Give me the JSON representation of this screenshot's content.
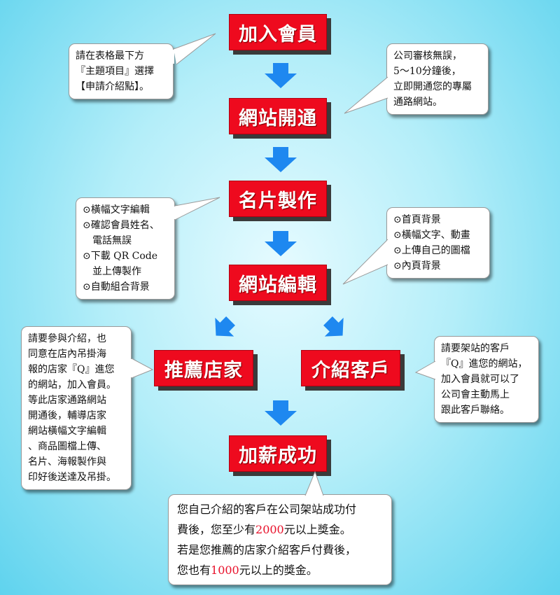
{
  "steps": {
    "join": "加入會員",
    "site_open": "網站開通",
    "card_making": "名片製作",
    "site_edit": "網站編輯",
    "recommend_store": "推薦店家",
    "refer_client": "介紹客戶",
    "salary_raise": "加薪成功"
  },
  "notes": {
    "join_tip": [
      "請在表格最下方",
      "『主題項目』選擇",
      "【申請介紹點】。"
    ],
    "open_tip": [
      "公司審核無誤，",
      "5～10分鐘後，",
      "立即開通您的專屬",
      "通路網站。"
    ],
    "card_tip": [
      "⊙橫幅文字編輯",
      "⊙確認會員姓名、",
      "電話無誤",
      "⊙下載 QR Code",
      "並上傳製作",
      "⊙自動組合背景"
    ],
    "edit_tip": [
      "⊙首頁背景",
      "⊙橫幅文字、動畫",
      "⊙上傳自己的圖檔",
      "⊙內頁背景"
    ],
    "store_tip": [
      "請要參與介紹，也",
      "同意在店內吊掛海",
      "報的店家『Q』進您",
      "的網站，加入會員。",
      "等此店家通路網站",
      "開通後，輔導店家",
      "網站橫幅文字編輯",
      "、商品圖檔上傳、",
      "名片、海報製作與",
      "印好後送達及吊掛。"
    ],
    "client_tip": [
      "請要架站的客戶",
      "『Q』進您的網站，",
      "加入會員就可以了",
      "公司會主動馬上",
      "跟此客戶聯絡。"
    ]
  },
  "reward": {
    "l1": "您自己介紹的客戶在公司架站成功付",
    "l2a": "費後，您至少有",
    "l2b": "2000",
    "l2c": "元以上獎金。",
    "l3": "若是您推薦的店家介紹客戶付費後，",
    "l4a": "您也有",
    "l4b": "1000",
    "l4c": "元以上的獎金。"
  },
  "colors": {
    "step_red": "#ee0a1e",
    "arrow_blue": "#1e88f0",
    "highlight_red": "#e8102a"
  }
}
